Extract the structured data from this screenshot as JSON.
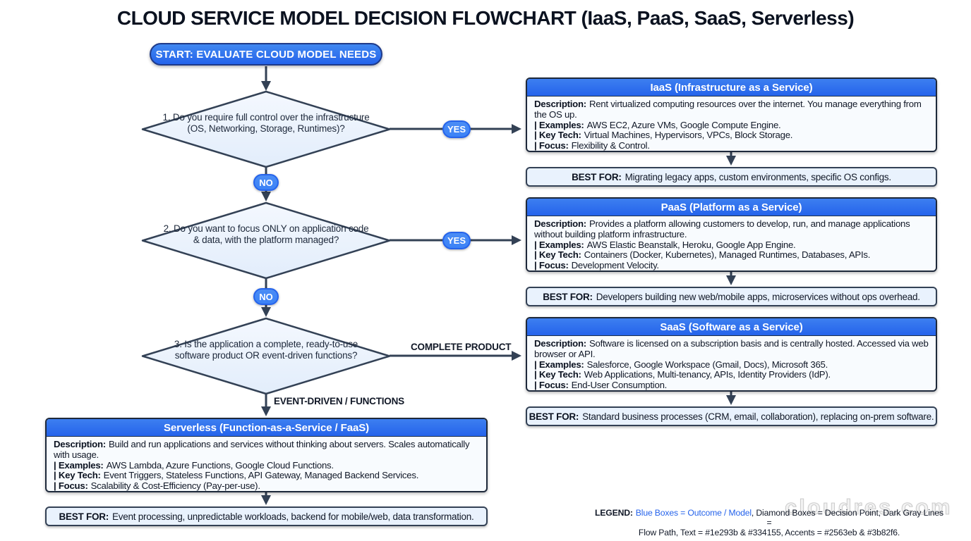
{
  "title": "CLOUD SERVICE MODEL DECISION FLOWCHART (IaaS, PaaS, SaaS, Serverless)",
  "start_label": "START: EVALUATE CLOUD MODEL NEEDS",
  "decisions": [
    "1. Do you require full control over the infrastructure (OS, Networking, Storage, Runtimes)?",
    "2. Do you want to focus ONLY on application code & data, with the platform managed?",
    "3. Is the application a complete, ready-to-use software product OR event-driven functions?"
  ],
  "edges": {
    "yes": "YES",
    "no": "NO",
    "complete_product": "COMPLETE PRODUCT",
    "event_driven": "EVENT-DRIVEN / FUNCTIONS"
  },
  "ui": {
    "best_for_label": "BEST FOR:"
  },
  "models": [
    {
      "title": "IaaS (Infrastructure as a Service)",
      "lines": [
        {
          "label": "Description:",
          "text": "Rent virtualized computing resources over the internet. You manage everything from the OS up."
        },
        {
          "label": "| Examples:",
          "text": "AWS EC2, Azure VMs, Google Compute Engine."
        },
        {
          "label": "| Key Tech:",
          "text": "Virtual Machines, Hypervisors, VPCs, Block Storage."
        },
        {
          "label": "| Focus:",
          "text": "Flexibility & Control."
        }
      ],
      "best_for": "Migrating legacy apps, custom environments, specific OS configs."
    },
    {
      "title": "PaaS (Platform as a Service)",
      "lines": [
        {
          "label": "Description:",
          "text": "Provides a platform allowing customers to develop, run, and manage applications without building platform infrastructure."
        },
        {
          "label": "| Examples:",
          "text": "AWS Elastic Beanstalk, Heroku, Google App Engine."
        },
        {
          "label": "| Key Tech:",
          "text": "Containers (Docker, Kubernetes), Managed Runtimes, Databases, APIs."
        },
        {
          "label": "| Focus:",
          "text": "Development Velocity."
        }
      ],
      "best_for": "Developers building new web/mobile apps, microservices without ops overhead."
    },
    {
      "title": "SaaS (Software as a Service)",
      "lines": [
        {
          "label": "Description:",
          "text": "Software is licensed on a subscription basis and is centrally hosted. Accessed via web browser or API."
        },
        {
          "label": "| Examples:",
          "text": "Salesforce, Google Workspace (Gmail, Docs), Microsoft 365."
        },
        {
          "label": "| Key Tech:",
          "text": "Web Applications, Multi-tenancy, APIs, Identity Providers (IdP)."
        },
        {
          "label": "| Focus:",
          "text": "End-User Consumption."
        }
      ],
      "best_for": "Standard business processes (CRM, email, collaboration), replacing on-prem software."
    },
    {
      "title": "Serverless (Function-as-a-Service / FaaS)",
      "lines": [
        {
          "label": "Description:",
          "text": "Build and run applications and services without thinking about servers. Scales automatically with usage."
        },
        {
          "label": "| Examples:",
          "text": "AWS Lambda, Azure Functions, Google Cloud Functions."
        },
        {
          "label": "| Key Tech:",
          "text": "Event Triggers, Stateless Functions, API Gateway, Managed Backend Services."
        },
        {
          "label": "| Focus:",
          "text": "Scalability & Cost-Efficiency (Pay-per-use)."
        }
      ],
      "best_for": "Event processing, unpredictable workloads, backend for mobile/web, data transformation."
    }
  ],
  "legend": {
    "label": "LEGEND:",
    "blue_text": "Blue Boxes = Outcome / Model",
    "rest_line1": ", Diamond Boxes = Decision Point, Dark Gray Lines =",
    "rest_line2": "Flow Path, Text = #1e293b & #334155, Accents = #2563eb & #3b82f6."
  },
  "watermark": "cloudres.com",
  "colors": {
    "accent": "#2563eb",
    "accent_light": "#3b82f6",
    "text_dark": "#1e293b",
    "text_mid": "#334155"
  }
}
